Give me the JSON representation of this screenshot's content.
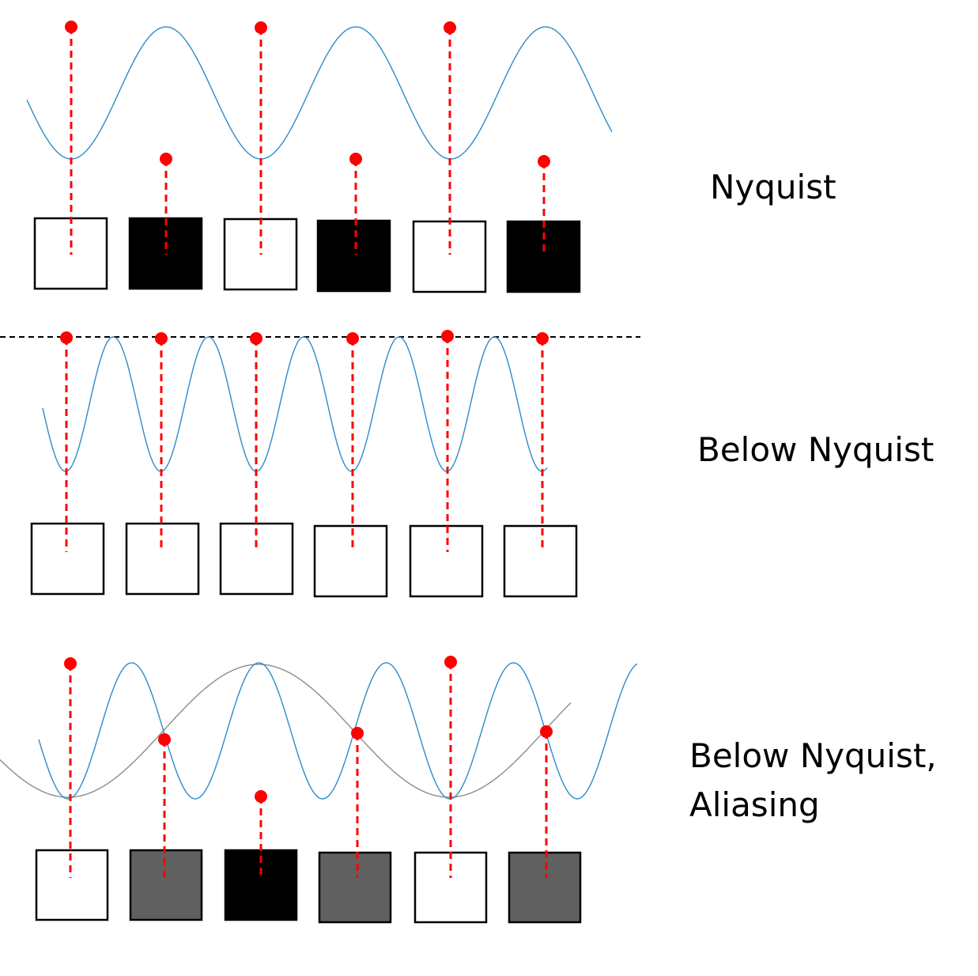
{
  "colors": {
    "signal": "#2e8bc9",
    "alias": "#8c8c8c",
    "sample": "#ff0000",
    "threshold": "#000000",
    "pixel_border": "#000000"
  },
  "panels": [
    {
      "id": "nyquist",
      "label_lines": [
        "Nyquist"
      ],
      "pixel_values": [
        "white",
        "black",
        "white",
        "black",
        "white",
        "black"
      ]
    },
    {
      "id": "below-nyquist",
      "label_lines": [
        "Below Nyquist"
      ],
      "pixel_values": [
        "white",
        "white",
        "white",
        "white",
        "white",
        "white"
      ]
    },
    {
      "id": "below-nyquist-aliasing",
      "label_lines": [
        "Below Nyquist,",
        "Aliasing"
      ],
      "pixel_values": [
        "white",
        "gray",
        "black",
        "gray",
        "white",
        "gray"
      ]
    }
  ]
}
